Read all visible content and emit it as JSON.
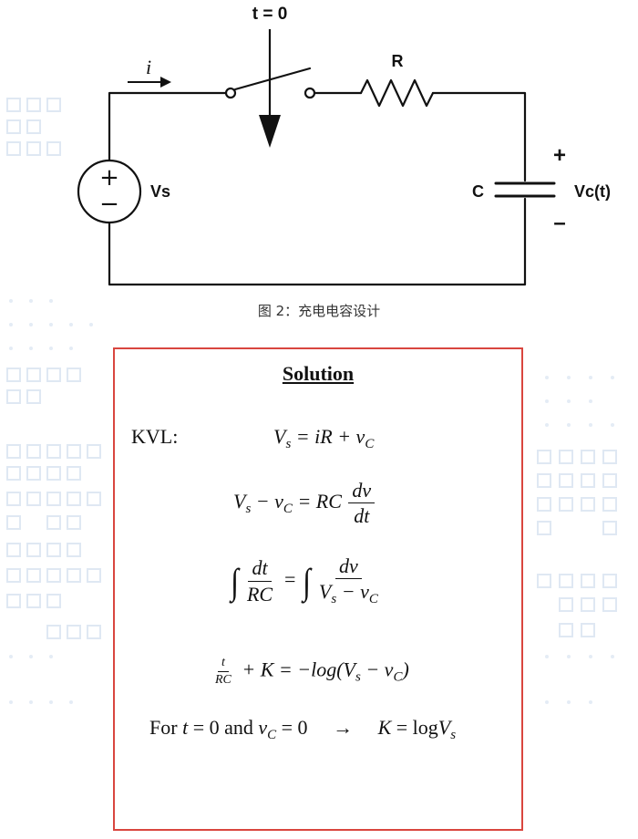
{
  "circuit": {
    "switch_label": "t = 0",
    "current_label": "i",
    "resistor_label": "R",
    "source_label": "Vs",
    "source_plus": "+",
    "source_minus": "−",
    "capacitor_label": "C",
    "cap_voltage_label": "Vc(t)",
    "cap_plus": "+",
    "cap_minus": "–"
  },
  "caption": "图 2：充电电容设计",
  "solution": {
    "title": "Solution",
    "kvl_label": "KVL:",
    "eq1": {
      "lhs": "V",
      "lhs_sub": "s",
      "rhs_a": " = iR + v",
      "rhs_sub": "C"
    },
    "eq2": {
      "a": "V",
      "a_sub": "s",
      "b": "− v",
      "b_sub": "C",
      "c": " = RC",
      "frac_num": "dv",
      "frac_den": "dt"
    },
    "eq3": {
      "frac1_num": "dt",
      "frac1_den": "RC",
      "eq": "=",
      "frac2_num": "dv",
      "frac2_den_a": "V",
      "frac2_den_sub": "s",
      "frac2_den_b": "− v",
      "frac2_den_sub2": "C",
      "integral": "∫"
    },
    "eq4": {
      "frac_num": "t",
      "frac_den": "RC",
      "rest_a": " + K = −log(V",
      "rest_sub": "s",
      "rest_b": " − v",
      "rest_sub2": "C",
      "rest_c": ")"
    },
    "eq5": {
      "a": "For ",
      "t": "t",
      "b": " = 0 and ",
      "v": "v",
      "v_sub": "C",
      "c": " = 0",
      "arrow": "→",
      "d": "K",
      "e": " = log",
      "f": "V",
      "f_sub": "s"
    }
  }
}
